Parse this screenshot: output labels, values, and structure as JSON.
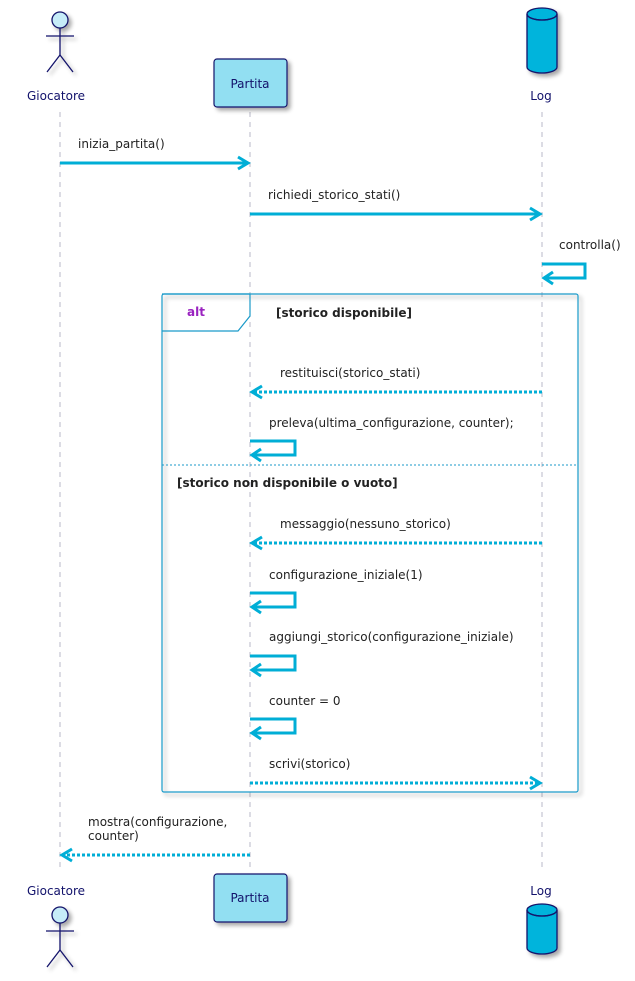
{
  "participants": {
    "giocatore": {
      "name": "Giocatore",
      "kind": "actor"
    },
    "partita": {
      "name": "Partita",
      "kind": "participant"
    },
    "log": {
      "name": "Log",
      "kind": "database"
    }
  },
  "messages": {
    "inizia_partita": "inizia_partita()",
    "richiedi_storico": "richiedi_storico_stati()",
    "controlla": "controlla()",
    "restituisci": "restituisci(storico_stati)",
    "preleva": "preleva(ultima_configurazione, counter);",
    "messaggio": "messaggio(nessuno_storico)",
    "config_iniziale": "configurazione_iniziale(1)",
    "aggiungi_storico": "aggiungi_storico(configurazione_iniziale)",
    "counter_reset": "counter = 0",
    "scrivi": "scrivi(storico)",
    "mostra_line1": "mostra(configurazione,",
    "mostra_line2": "counter)"
  },
  "alt_fragment": {
    "keyword": "alt",
    "guard_1": "[storico disponibile]",
    "guard_2": "[storico non disponibile o vuoto]"
  },
  "colors": {
    "arrow": "#00aed6",
    "participant_fill": "#92dff2",
    "participant_border": "#12126b",
    "database_fill": "#00b4dc",
    "actor_fill": "#c6ecf8",
    "lifeline": "#b8b8c8",
    "fragment_border": "#1b9ac9",
    "alt_keyword": "#9a23c0"
  }
}
